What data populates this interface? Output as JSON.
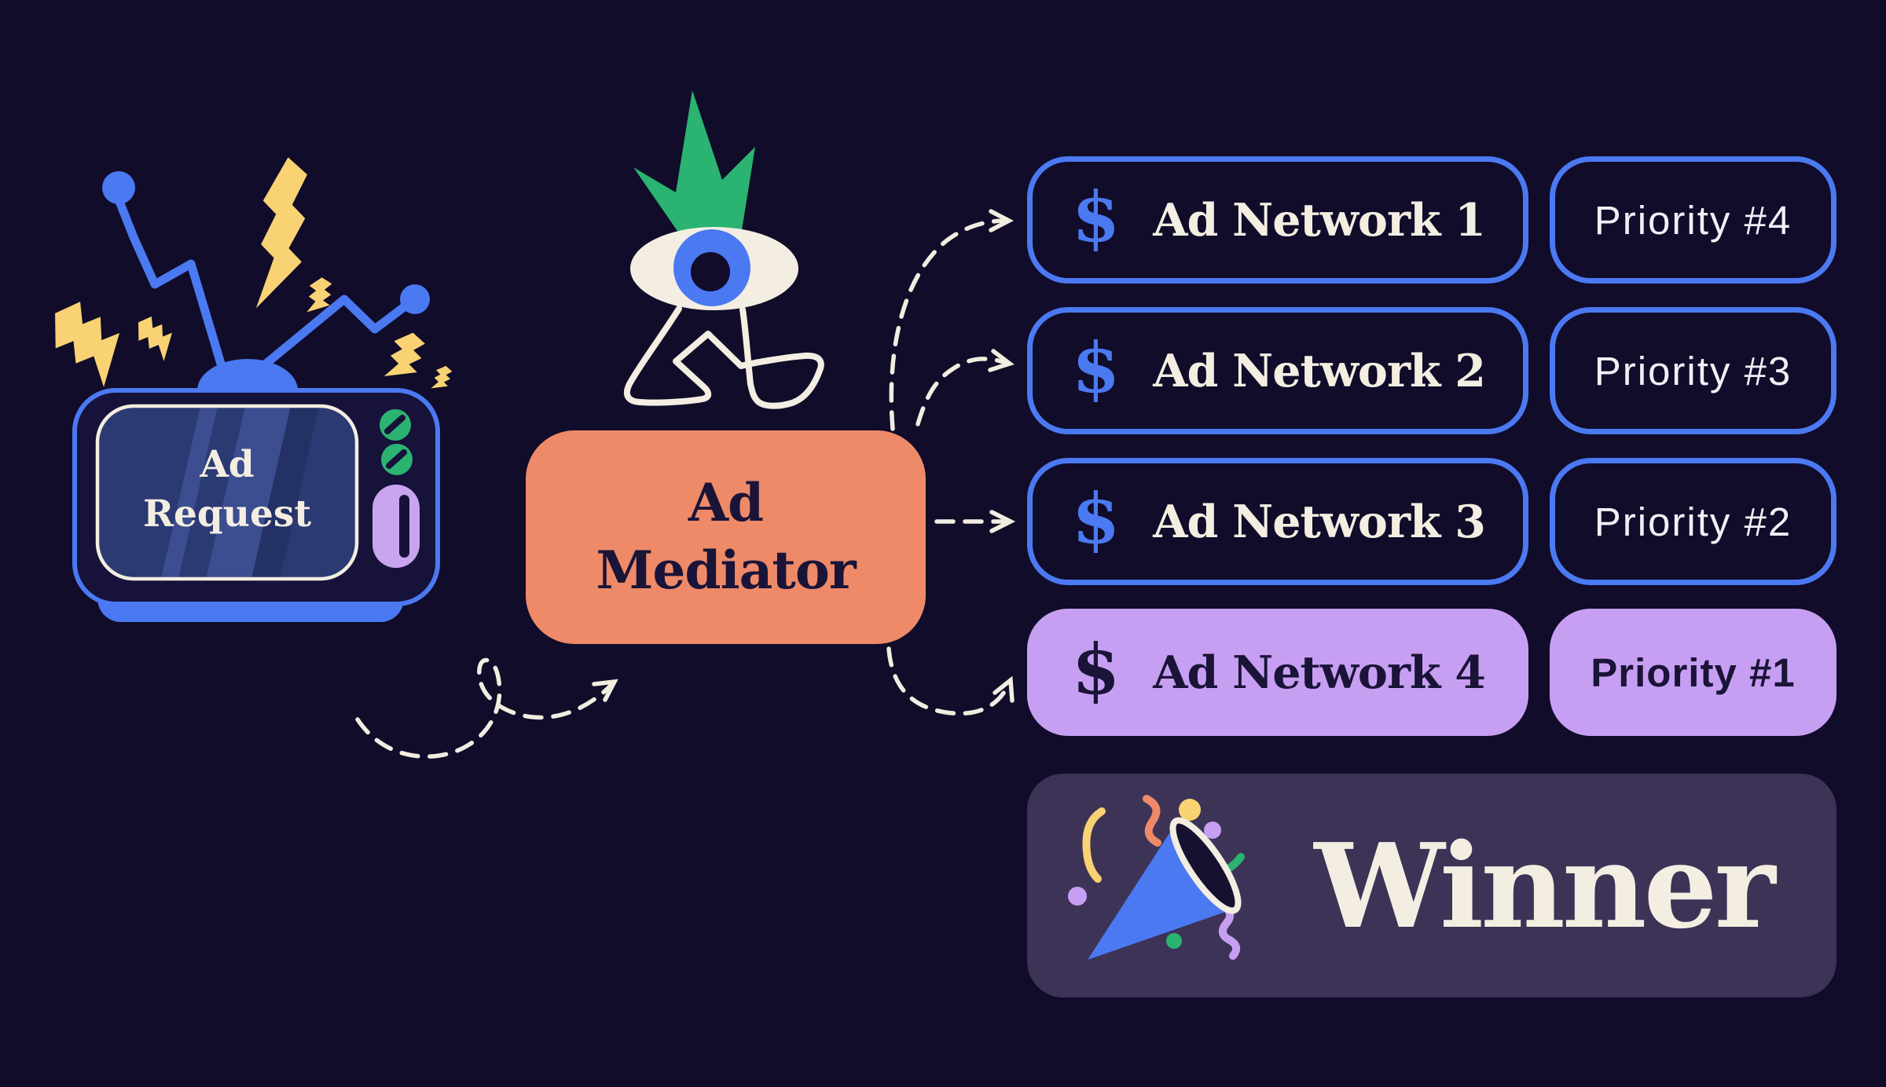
{
  "colors": {
    "background": "#100C2A",
    "blue": "#4B79F1",
    "cream": "#F3EEE1",
    "orange": "#EE8A68",
    "purple_light": "#C79FF2",
    "winner_background": "#3C3357",
    "green": "#2BB371",
    "yellow": "#F8D273",
    "dark_navy_text": "#1A1438",
    "screen_navy": "#2B3A72"
  },
  "tv": {
    "screen_line1": "Ad",
    "screen_line2": "Request"
  },
  "mediator": {
    "line1": "Ad",
    "line2": "Mediator"
  },
  "icons": {
    "dollar": "$"
  },
  "networks": [
    {
      "label": "Ad Network 1",
      "priority": "Priority #4",
      "highlighted": false
    },
    {
      "label": "Ad Network 2",
      "priority": "Priority #3",
      "highlighted": false
    },
    {
      "label": "Ad Network 3",
      "priority": "Priority #2",
      "highlighted": false
    },
    {
      "label": "Ad Network 4",
      "priority": "Priority #1",
      "highlighted": true
    }
  ],
  "winner": {
    "label": "Winner"
  }
}
